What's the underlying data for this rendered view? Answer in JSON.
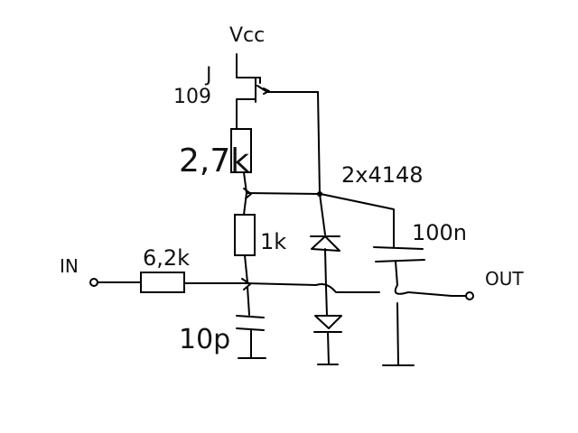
{
  "labels": {
    "vcc": "Vcc",
    "transistor_name": "J",
    "transistor_value": "109",
    "r1": "2,7k",
    "r2": "1k",
    "r3": "6,2k",
    "diodes": "2x4148",
    "cap_out": "100n",
    "cap_in": "10p",
    "input": "IN",
    "output": "OUT"
  },
  "colors": {
    "ink": "#000000",
    "background": "#ffffff"
  }
}
